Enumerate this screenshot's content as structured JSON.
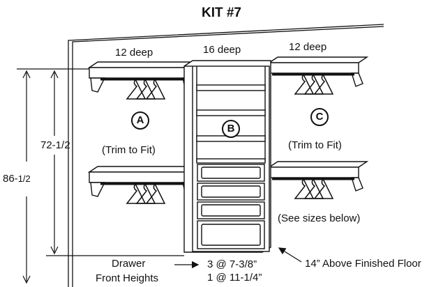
{
  "title": "KIT #7",
  "depth_labels": {
    "left": "12 deep",
    "center": "16 deep",
    "right": "12 deep"
  },
  "section_labels": {
    "a": "A",
    "b": "B",
    "c": "C"
  },
  "notes": {
    "trim_left": "(Trim to Fit)",
    "trim_right": "(Trim to Fit)",
    "see_sizes": "(See sizes below)",
    "floor": "14” Above Finished Floor"
  },
  "dimensions": {
    "inner_height": "72-1/2",
    "outer_height_main": "86-",
    "outer_height_frac": "1/2"
  },
  "drawer_info": {
    "label_line1": "Drawer",
    "label_line2": "Front Heights",
    "size_line1": "3 @ 7-3/8”",
    "size_line2": "1 @ 11-1/4”"
  }
}
